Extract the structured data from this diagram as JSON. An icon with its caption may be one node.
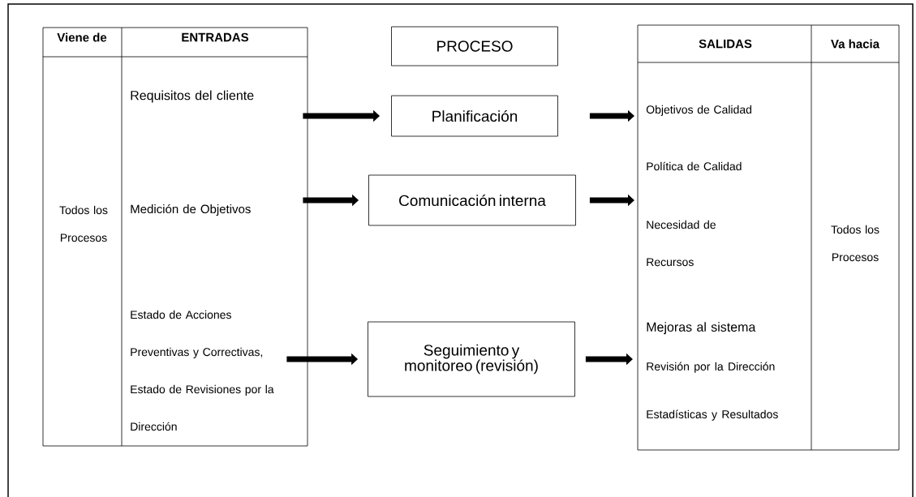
{
  "diagram": {
    "nodes": [
      {
        "text": [
          "PROCESO"
        ]
      },
      {
        "text": [
          "Planificación"
        ]
      },
      {
        "text": [
          "Comunicación interna"
        ]
      },
      {
        "text": [
          "Seguimiento y monitoreo (revisión)"
        ]
      },
      {
        "text": [
          "Requisitos del cliente"
        ]
      },
      {
        "text": [
          "Medición de Objetivos"
        ]
      },
      {
        "text": [
          "Estado de Acciones Preventivas y Correctivas, Estado de Revisiones por la Dirección"
        ]
      },
      {
        "text": [
          "Objetivos de Calidad",
          "Política de Calidad"
        ]
      },
      {
        "text": [
          "Necesidad de Recursos"
        ]
      },
      {
        "text": [
          "Mejoras al sistema",
          "Revisión por la Dirección",
          "Estadísticas y Resultados"
        ]
      }
    ],
    "edges": [
      {
        "from": 4,
        "to": 1,
        "arrow": "to"
      },
      {
        "from": 5,
        "to": 2,
        "arrow": "to"
      },
      {
        "from": 6,
        "to": 3,
        "arrow": "to"
      },
      {
        "from": 1,
        "to": 7,
        "arrow": "to"
      },
      {
        "from": 2,
        "to": 8,
        "arrow": "to"
      },
      {
        "from": 3,
        "to": 9,
        "arrow": "to"
      }
    ],
    "labels": [
      "Viene de",
      "ENTRADAS",
      "Todos los Procesos",
      "SALIDAS",
      "Va hacia",
      "Todos los Procesos"
    ]
  }
}
